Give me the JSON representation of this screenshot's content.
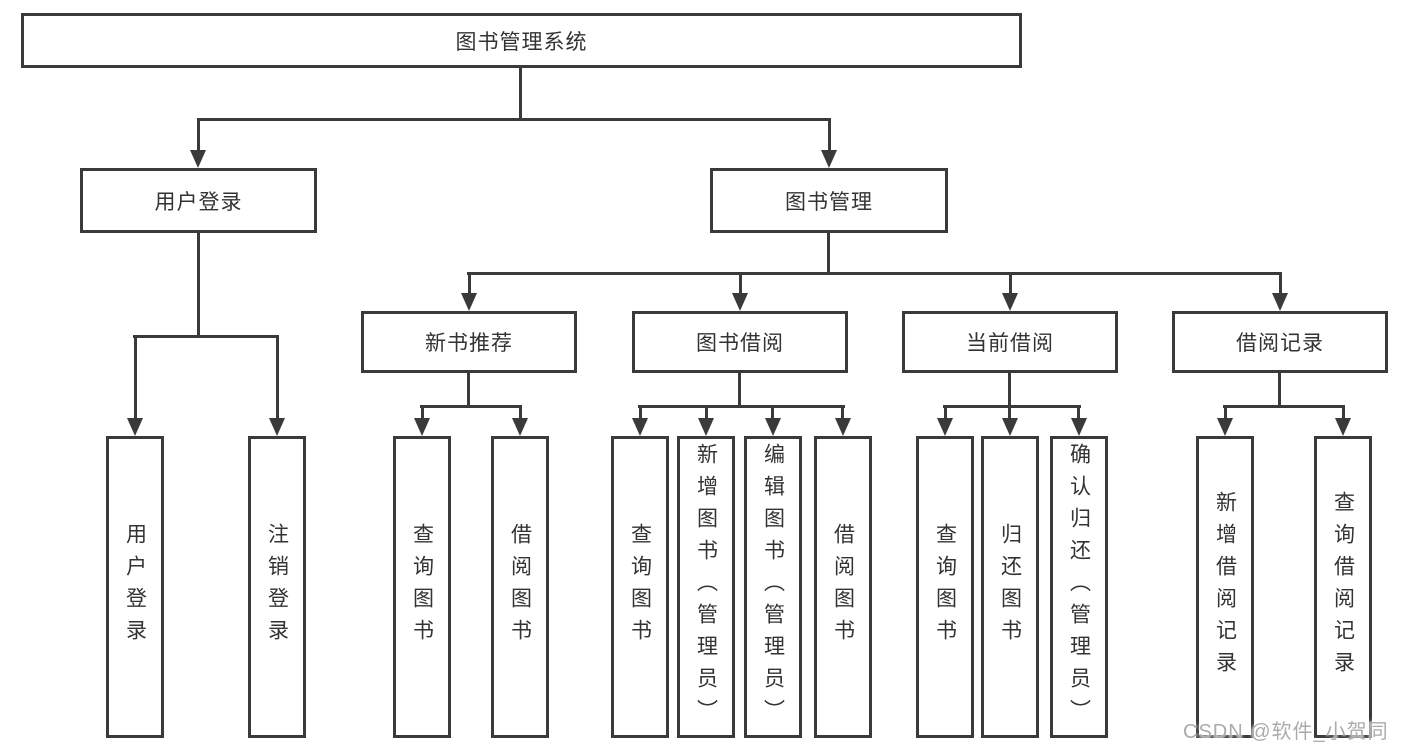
{
  "diagram": {
    "root": "图书管理系统",
    "level2": [
      {
        "label": "用户登录"
      },
      {
        "label": "图书管理"
      }
    ],
    "level3": [
      {
        "label": "新书推荐"
      },
      {
        "label": "图书借阅"
      },
      {
        "label": "当前借阅"
      },
      {
        "label": "借阅记录"
      }
    ],
    "leaves": {
      "user_login": [
        "用户登录",
        "注销登录"
      ],
      "new_books": [
        "查询图书",
        "借阅图书"
      ],
      "book_borrow": [
        "查询图书",
        "新增图书（管理员）",
        "编辑图书（管理员）",
        "借阅图书"
      ],
      "current_borrow": [
        "查询图书",
        "归还图书",
        "确认归还（管理员）"
      ],
      "borrow_records": [
        "新增借阅记录",
        "查询借阅记录"
      ]
    }
  },
  "watermark": {
    "text": "CSDN @软件_小贺同学"
  },
  "colors": {
    "line": "#3a3a3a",
    "box_bg": "#ffffff",
    "text": "#333333",
    "watermark": "#ababab"
  }
}
